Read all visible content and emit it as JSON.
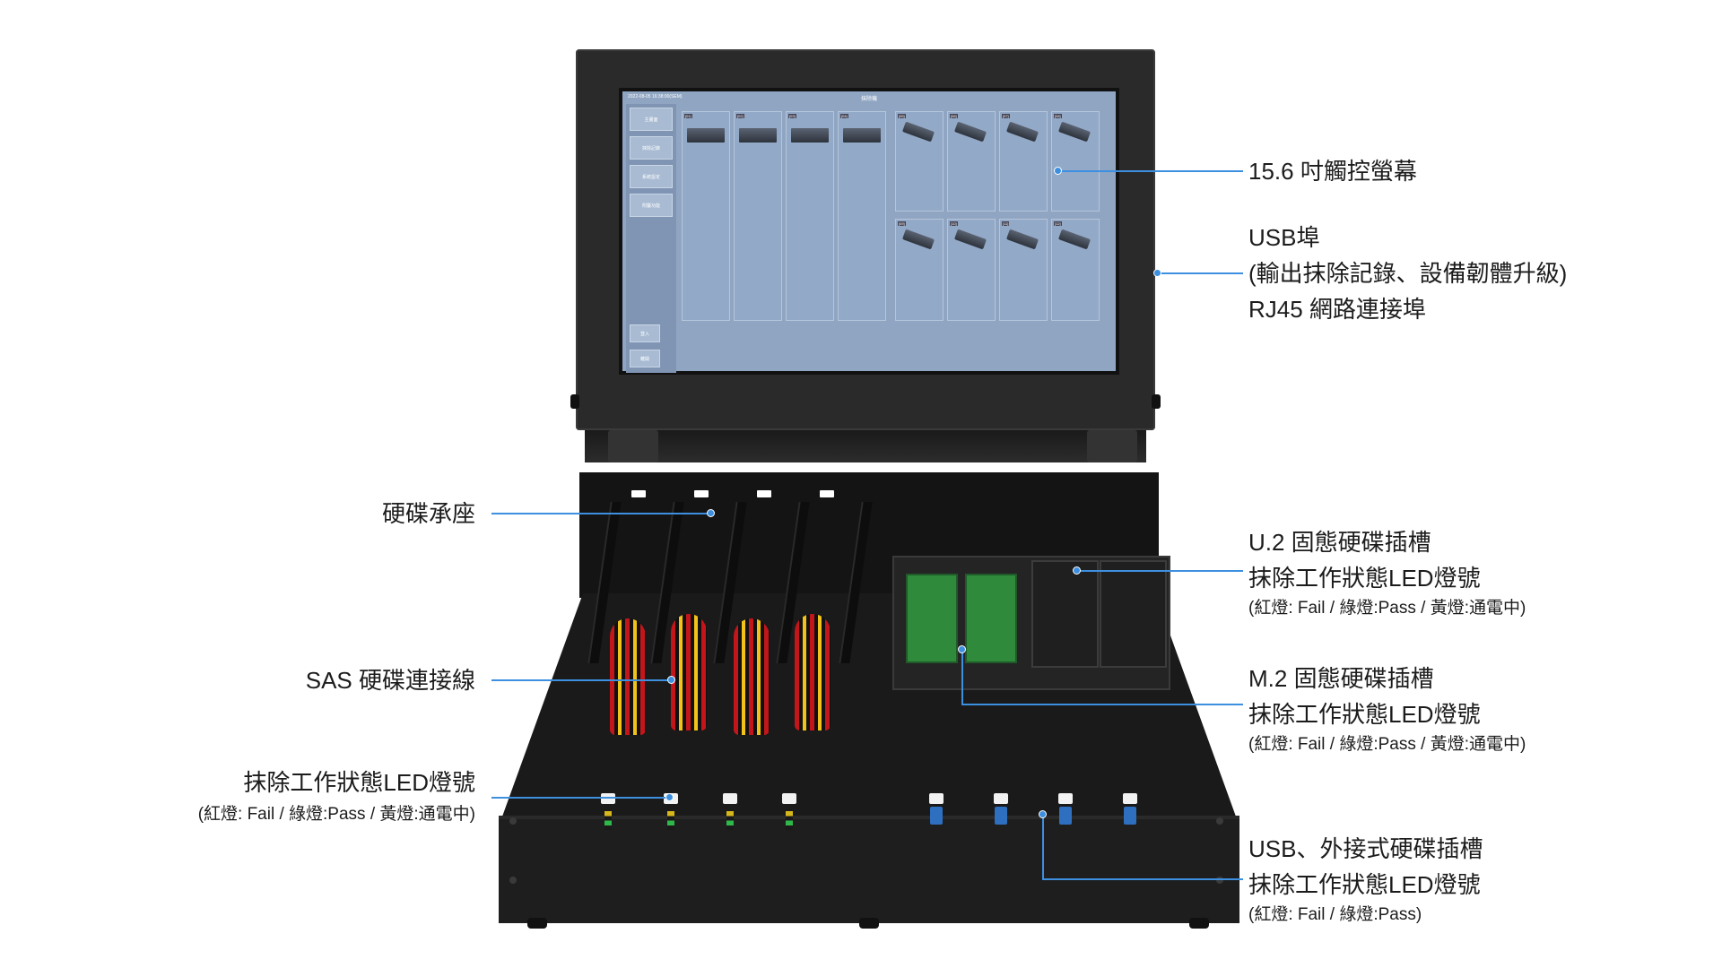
{
  "screen": {
    "status_text": "2022-08-05 16:38:00(SEM)",
    "title": "抹除機",
    "sidebar": [
      "主畫面",
      "抹除記錄",
      "系統設定",
      "附屬功能"
    ],
    "bottom_buttons": [
      "登入",
      "離開"
    ],
    "bays_top": [
      "[01]",
      "[02]",
      "[03]",
      "[04]",
      "[05]",
      "[06]",
      "[07]",
      "[08]"
    ],
    "bays_bottom": [
      "[09]",
      "[10]",
      "[11]",
      "[12]"
    ]
  },
  "callouts": {
    "screen": "15.6 吋觸控螢幕",
    "usb_port": "USB埠",
    "usb_port_detail": "(輸出抹除記錄、設備韌體升級)",
    "rj45": "RJ45 網路連接埠",
    "tray": "硬碟承座",
    "sas_cable": "SAS 硬碟連接線",
    "led_left": "抹除工作狀態LED燈號",
    "led_left_detail": "(紅燈: Fail / 綠燈:Pass / 黃燈:通電中)",
    "u2_title": "U.2 固態硬碟插槽",
    "u2_led": "抹除工作狀態LED燈號",
    "u2_detail": "(紅燈: Fail / 綠燈:Pass / 黃燈:通電中)",
    "m2_title": "M.2 固態硬碟插槽",
    "m2_led": "抹除工作狀態LED燈號",
    "m2_detail": "(紅燈: Fail / 綠燈:Pass / 黃燈:通電中)",
    "usb_slot_title": "USB、外接式硬碟插槽",
    "usb_slot_led": "抹除工作狀態LED燈號",
    "usb_slot_detail": "(紅燈: Fail / 綠燈:Pass)"
  },
  "colors": {
    "accent_line": "#3d8fe0",
    "screen_ui": "#8fa5c2",
    "device_body": "#1a1a1a"
  }
}
